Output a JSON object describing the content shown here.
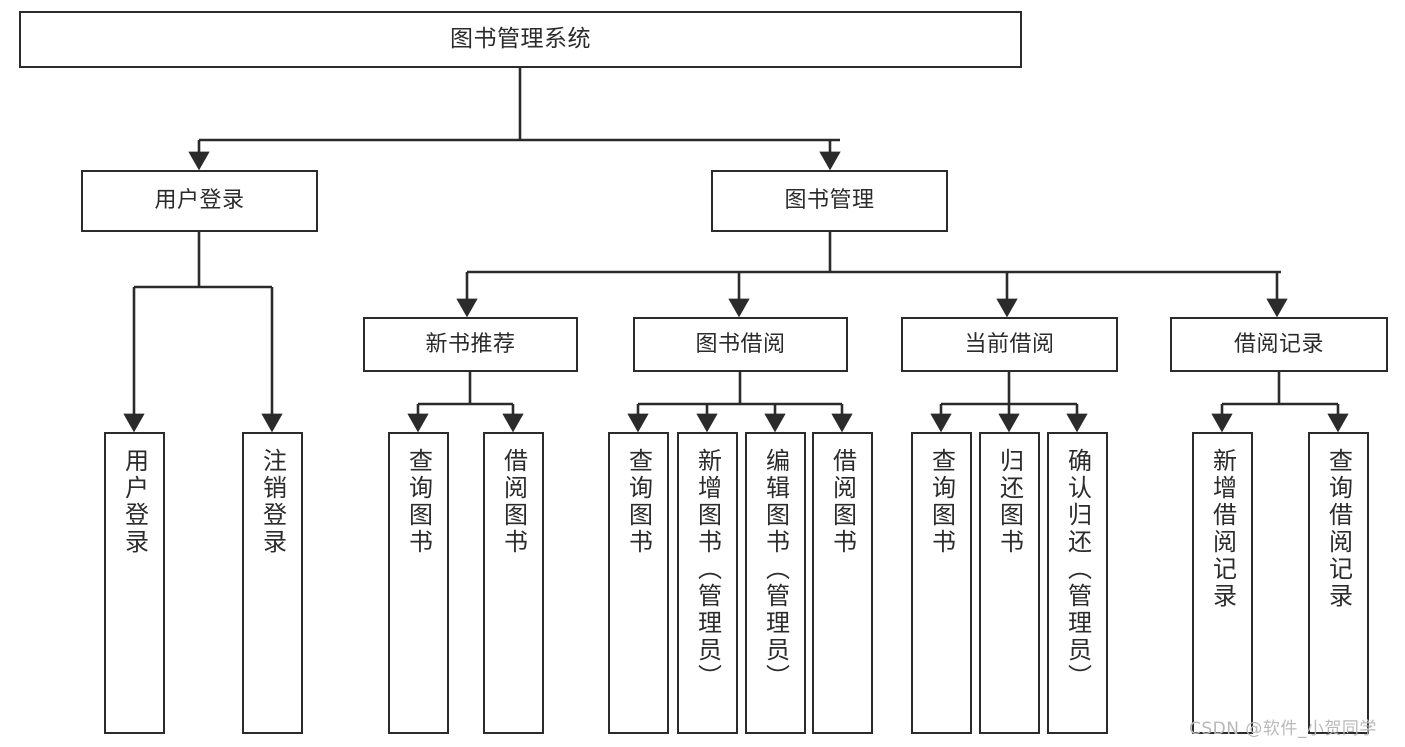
{
  "diagram": {
    "title": "图书管理系统",
    "type": "tree",
    "orientation": "top-down",
    "root": {
      "id": "root",
      "label": "图书管理系统",
      "text_direction": "horizontal"
    },
    "level2": [
      {
        "id": "user-login",
        "label": "用户登录",
        "text_direction": "horizontal"
      },
      {
        "id": "book-management",
        "label": "图书管理",
        "text_direction": "horizontal"
      }
    ],
    "level3": [
      {
        "id": "new-book-recommend",
        "label": "新书推荐",
        "text_direction": "horizontal",
        "parent": "book-management"
      },
      {
        "id": "book-borrow",
        "label": "图书借阅",
        "text_direction": "horizontal",
        "parent": "book-management"
      },
      {
        "id": "current-borrow",
        "label": "当前借阅",
        "text_direction": "horizontal",
        "parent": "book-management"
      },
      {
        "id": "borrow-record",
        "label": "借阅记录",
        "text_direction": "horizontal",
        "parent": "book-management"
      }
    ],
    "leaves": [
      {
        "id": "leaf-user-login",
        "label": "用户登录",
        "text_direction": "vertical",
        "parent": "user-login"
      },
      {
        "id": "leaf-user-logout",
        "label": "注销登录",
        "text_direction": "vertical",
        "parent": "user-login"
      },
      {
        "id": "leaf-query-book-1",
        "label": "查询图书",
        "text_direction": "vertical",
        "parent": "new-book-recommend"
      },
      {
        "id": "leaf-borrow-book-1",
        "label": "借阅图书",
        "text_direction": "vertical",
        "parent": "new-book-recommend"
      },
      {
        "id": "leaf-query-book-2",
        "label": "查询图书",
        "text_direction": "vertical",
        "parent": "book-borrow"
      },
      {
        "id": "leaf-add-book",
        "label": "新增图书（管理员）",
        "text_direction": "vertical",
        "parent": "book-borrow"
      },
      {
        "id": "leaf-edit-book",
        "label": "编辑图书（管理员）",
        "text_direction": "vertical",
        "parent": "book-borrow"
      },
      {
        "id": "leaf-borrow-book-2",
        "label": "借阅图书",
        "text_direction": "vertical",
        "parent": "book-borrow"
      },
      {
        "id": "leaf-query-book-3",
        "label": "查询图书",
        "text_direction": "vertical",
        "parent": "current-borrow"
      },
      {
        "id": "leaf-return-book",
        "label": "归还图书",
        "text_direction": "vertical",
        "parent": "current-borrow"
      },
      {
        "id": "leaf-confirm-return",
        "label": "确认归还（管理员）",
        "text_direction": "vertical",
        "parent": "current-borrow"
      },
      {
        "id": "leaf-add-borrow-record",
        "label": "新增借阅记录",
        "text_direction": "vertical",
        "parent": "borrow-record"
      },
      {
        "id": "leaf-query-borrow-record",
        "label": "查询借阅记录",
        "text_direction": "vertical",
        "parent": "borrow-record"
      }
    ],
    "colors": {
      "border": "#2b2b2b",
      "background": "#ffffff",
      "text": "#2b2b2b",
      "connector": "#2b2b2b",
      "watermark": "#b9b9b9"
    }
  },
  "watermark": {
    "text": "CSDN @软件_小贺同学"
  }
}
